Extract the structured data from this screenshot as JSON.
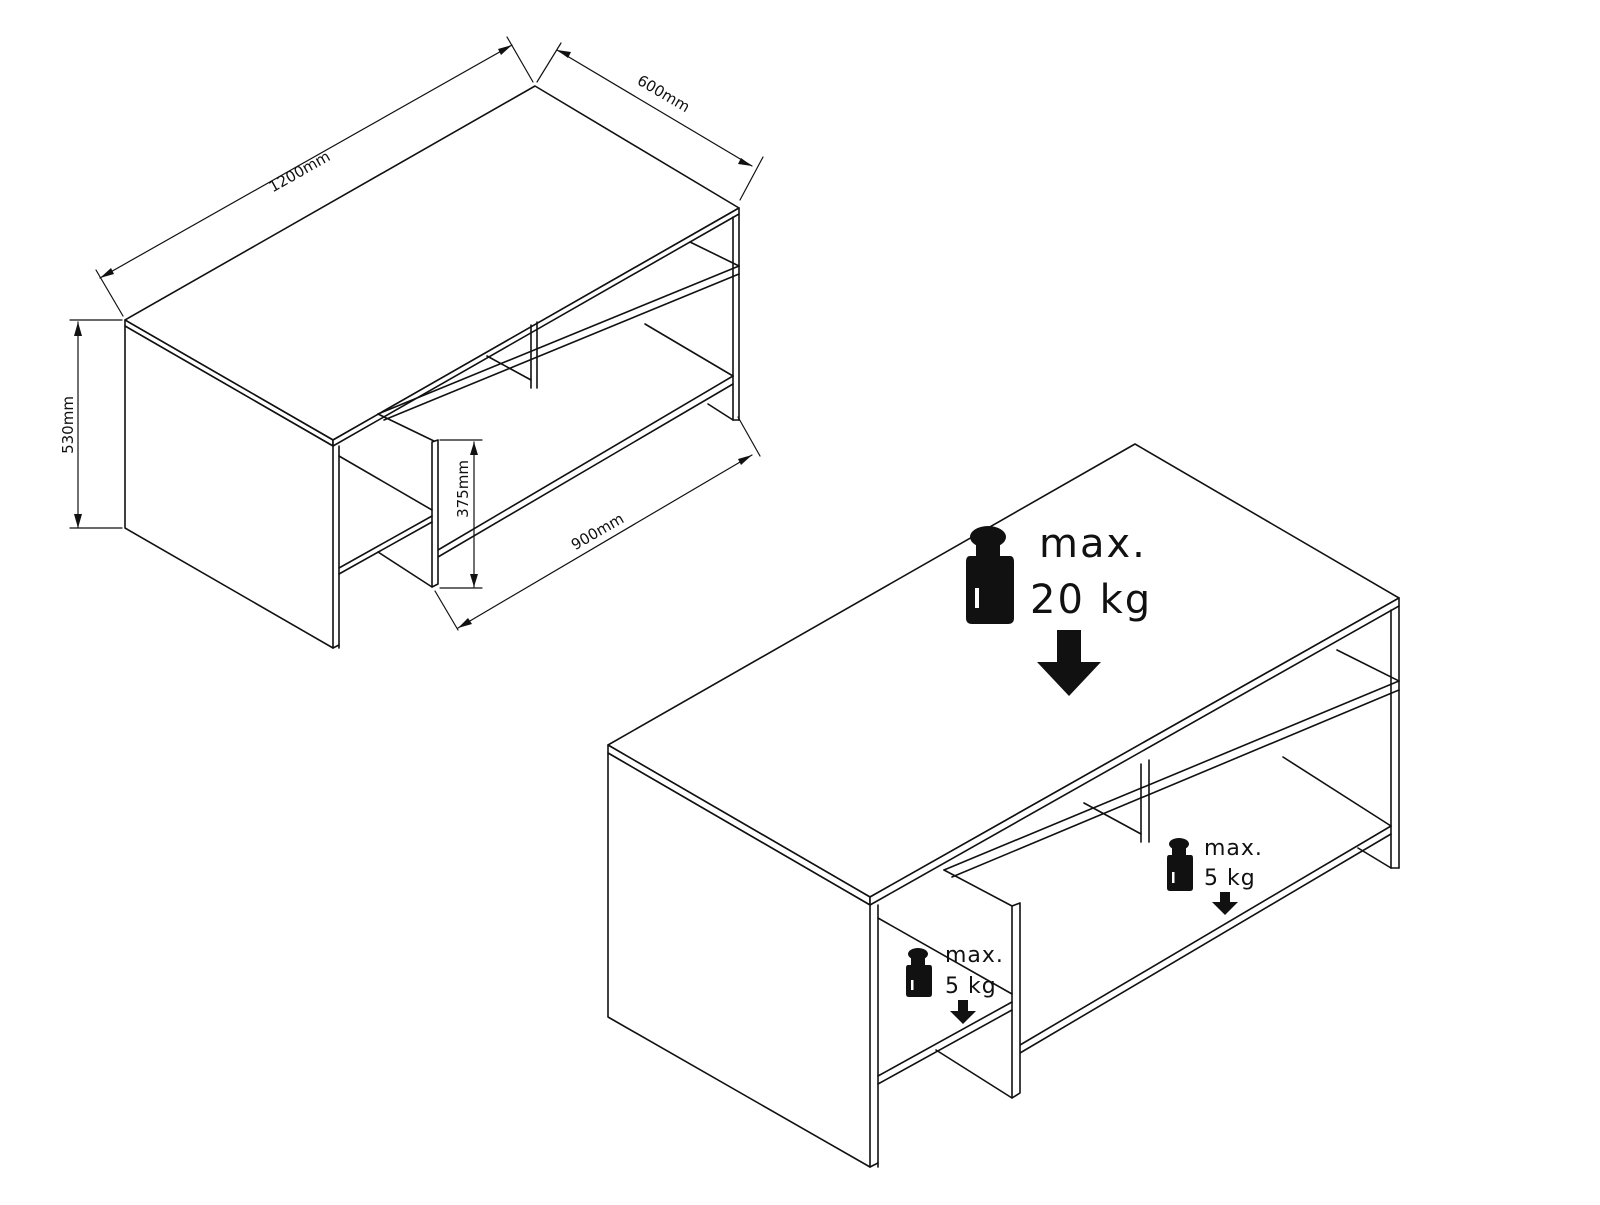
{
  "dimensions": {
    "length": "1200mm",
    "depth": "600mm",
    "height": "530mm",
    "shelf_height": "375mm",
    "shelf_length": "900mm"
  },
  "loads": {
    "top": {
      "max_label": "max.",
      "weight": "20 kg"
    },
    "shelf_back": {
      "max_label": "max.",
      "weight": "5 kg"
    },
    "shelf_side": {
      "max_label": "max.",
      "weight": "5 kg"
    }
  },
  "colors": {
    "line": "#111111",
    "background": "#ffffff"
  },
  "icons": [
    "weight-icon",
    "down-arrow-icon"
  ]
}
